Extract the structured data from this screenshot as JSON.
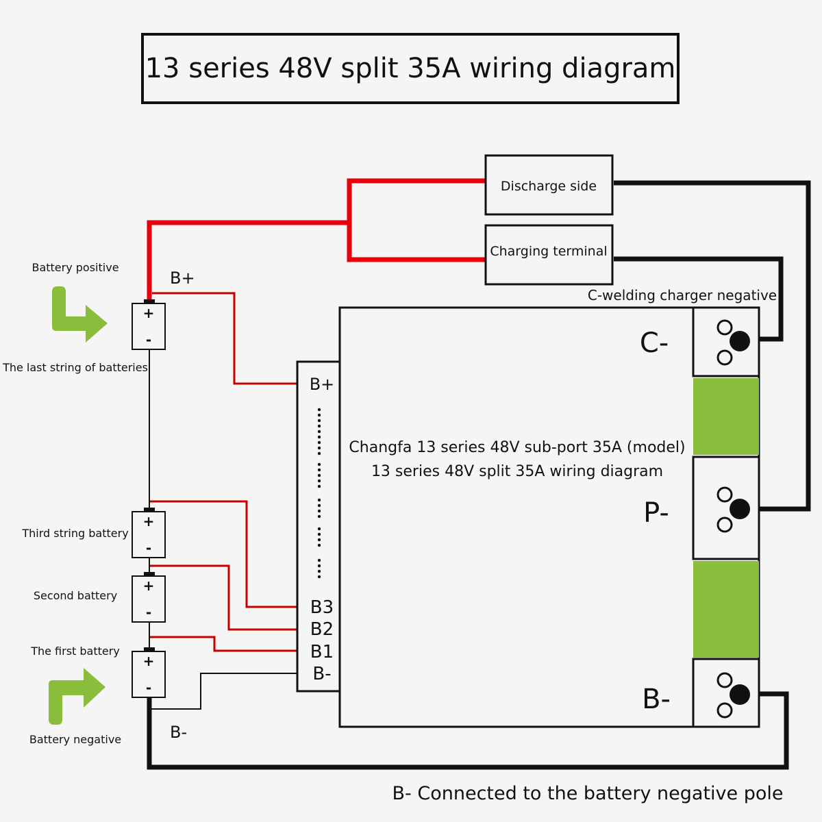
{
  "title": "13 series 48V split 35A wiring diagram",
  "colors": {
    "wire_positive": "#e8000b",
    "wire_negative": "#111111",
    "sense_wire": "#c40000",
    "accent_green": "#8bbd3c",
    "background": "#f5f5f5"
  },
  "terminals": {
    "discharge": "Discharge side",
    "charging": "Charging terminal"
  },
  "labels": {
    "c_welding": "C-welding charger negative",
    "b_plus_wire": "B+",
    "b_minus_wire": "B-",
    "bottom_note": "B- Connected to the battery negative pole"
  },
  "batteries": [
    {
      "label": "The last string of batteries",
      "plus": "+",
      "minus": "-"
    },
    {
      "label": "Third string battery",
      "plus": "+",
      "minus": "-"
    },
    {
      "label": "Second battery",
      "plus": "+",
      "minus": "-"
    },
    {
      "label": "The first battery",
      "plus": "+",
      "minus": "-"
    }
  ],
  "arrows": {
    "positive": "Battery positive",
    "negative": "Battery negative"
  },
  "board": {
    "line1": "Changfa 13 series 48V sub-port 35A (model)",
    "line2": "13 series 48V split 35A wiring diagram",
    "ports": [
      "C-",
      "P-",
      "B-"
    ]
  },
  "sense_strip": {
    "top": "B+",
    "pins": [
      "B3",
      "B2",
      "B1",
      "B-"
    ]
  }
}
